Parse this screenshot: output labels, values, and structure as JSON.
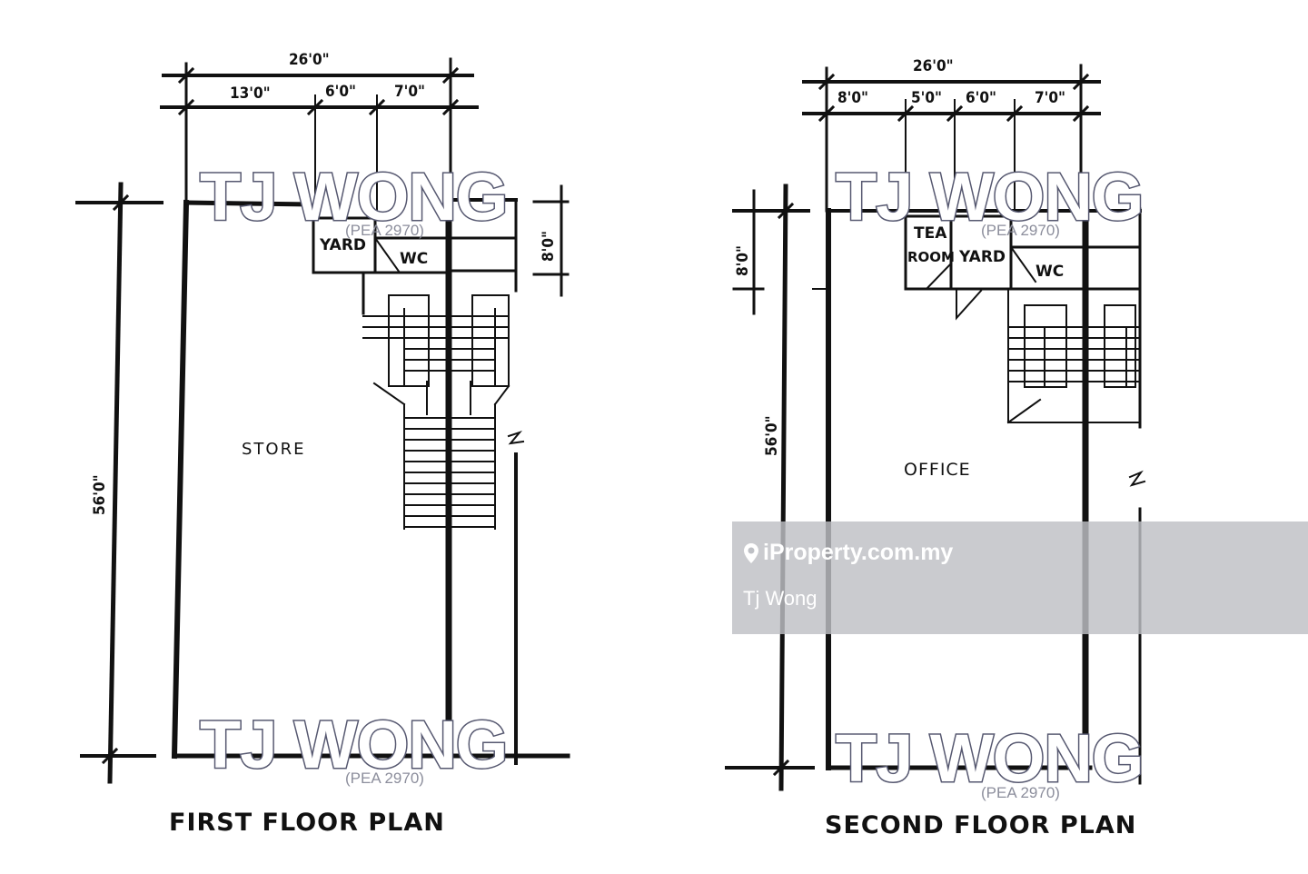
{
  "first_floor": {
    "title": "FIRST FLOOR PLAN",
    "dim_total_width": "26'0\"",
    "dim_segments": [
      "13'0\"",
      "6'0\"",
      "7'0\""
    ],
    "dim_length": "56'0\"",
    "dim_right": "8'0\"",
    "rooms": {
      "yard": "YARD",
      "wc": "WC",
      "store": "STORE"
    }
  },
  "second_floor": {
    "title": "SECOND FLOOR PLAN",
    "dim_total_width": "26'0\"",
    "dim_segments": [
      "8'0\"",
      "5'0\"",
      "6'0\"",
      "7'0\""
    ],
    "dim_length": "56'0\"",
    "dim_left": "8'0\"",
    "rooms": {
      "tea_room_1": "TEA",
      "tea_room_2": "ROOM",
      "yard": "YARD",
      "wc": "WC",
      "office": "OFFICE"
    }
  },
  "watermark": {
    "name": "TJ WONG",
    "reg": "(PEA 2970)"
  },
  "banner": {
    "site": "iProperty.com.my",
    "agent": "Tj Wong"
  }
}
